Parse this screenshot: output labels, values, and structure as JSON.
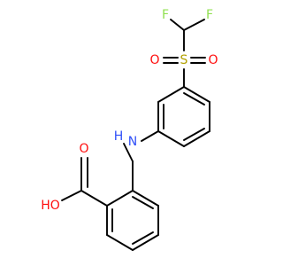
{
  "colors": {
    "bond": "#000000",
    "oxygen": "#ff0d0d",
    "nitrogen": "#3050f8",
    "sulfur": "#b2a000",
    "fluorine": "#90e050",
    "carbon": "#000000"
  },
  "atoms": {
    "F1": {
      "text": "F",
      "element": "fluorine"
    },
    "F2": {
      "text": "F",
      "element": "fluorine"
    },
    "S": {
      "text": "S",
      "element": "sulfur"
    },
    "O1": {
      "text": "O",
      "element": "oxygen"
    },
    "O2": {
      "text": "O",
      "element": "oxygen"
    },
    "NH": {
      "text": "N",
      "element": "nitrogen"
    },
    "H": {
      "text": "H",
      "element": "nitrogen"
    },
    "O3": {
      "text": "O",
      "element": "oxygen"
    },
    "HO": {
      "text": "HO",
      "element": "oxygen"
    }
  }
}
